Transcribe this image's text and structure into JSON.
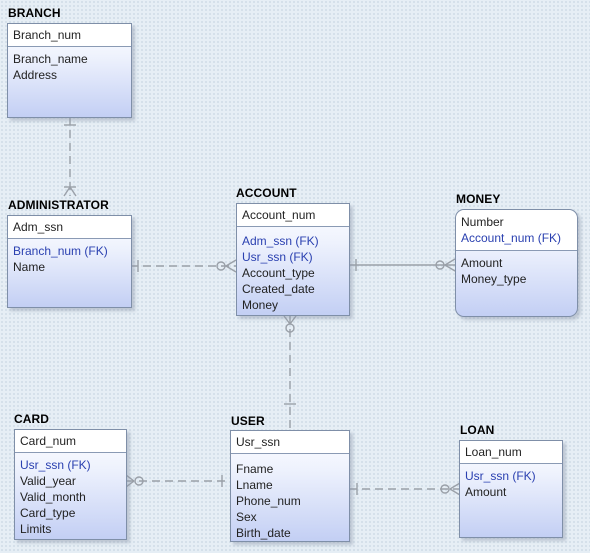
{
  "entities": {
    "branch": {
      "title": "BRANCH",
      "pk": [
        "Branch_num"
      ],
      "attrs": [
        {
          "name": "Branch_name",
          "fk": false
        },
        {
          "name": "Address",
          "fk": false
        }
      ]
    },
    "administrator": {
      "title": "ADMINISTRATOR",
      "pk": [
        "Adm_ssn"
      ],
      "attrs": [
        {
          "name": "Branch_num (FK)",
          "fk": true
        },
        {
          "name": "Name",
          "fk": false
        }
      ]
    },
    "account": {
      "title": "ACCOUNT",
      "pk": [
        "Account_num"
      ],
      "attrs": [
        {
          "name": "Adm_ssn (FK)",
          "fk": true
        },
        {
          "name": "Usr_ssn (FK)",
          "fk": true
        },
        {
          "name": "Account_type",
          "fk": false
        },
        {
          "name": "Created_date",
          "fk": false
        },
        {
          "name": "Money",
          "fk": false
        }
      ]
    },
    "money": {
      "title": "MONEY",
      "pk": [
        "Number",
        "Account_num (FK)"
      ],
      "attrs": [
        {
          "name": "Amount",
          "fk": false
        },
        {
          "name": "Money_type",
          "fk": false
        }
      ]
    },
    "card": {
      "title": "CARD",
      "pk": [
        "Card_num"
      ],
      "attrs": [
        {
          "name": "Usr_ssn (FK)",
          "fk": true
        },
        {
          "name": "Valid_year",
          "fk": false
        },
        {
          "name": "Valid_month",
          "fk": false
        },
        {
          "name": "Card_type",
          "fk": false
        },
        {
          "name": "Limits",
          "fk": false
        }
      ]
    },
    "user": {
      "title": "USER",
      "pk": [
        "Usr_ssn"
      ],
      "attrs": [
        {
          "name": "Fname",
          "fk": false
        },
        {
          "name": "Lname",
          "fk": false
        },
        {
          "name": "Phone_num",
          "fk": false
        },
        {
          "name": "Sex",
          "fk": false
        },
        {
          "name": "Birth_date",
          "fk": false
        }
      ]
    },
    "loan": {
      "title": "LOAN",
      "pk": [
        "Loan_num"
      ],
      "attrs": [
        {
          "name": "Usr_ssn (FK)",
          "fk": true
        },
        {
          "name": "Amount",
          "fk": false
        }
      ]
    }
  },
  "relationships": [
    {
      "from": "branch",
      "to": "administrator",
      "style": "dashed"
    },
    {
      "from": "administrator",
      "to": "account",
      "style": "dashed"
    },
    {
      "from": "money",
      "to": "account",
      "style": "solid"
    },
    {
      "from": "account",
      "to": "user",
      "style": "dashed"
    },
    {
      "from": "card",
      "to": "user",
      "style": "dashed"
    },
    {
      "from": "loan",
      "to": "user",
      "style": "dashed"
    }
  ],
  "colors": {
    "fk_text": "#2a40b0",
    "connector": "#9aa0a8",
    "entity_border": "#7f8fa8"
  }
}
